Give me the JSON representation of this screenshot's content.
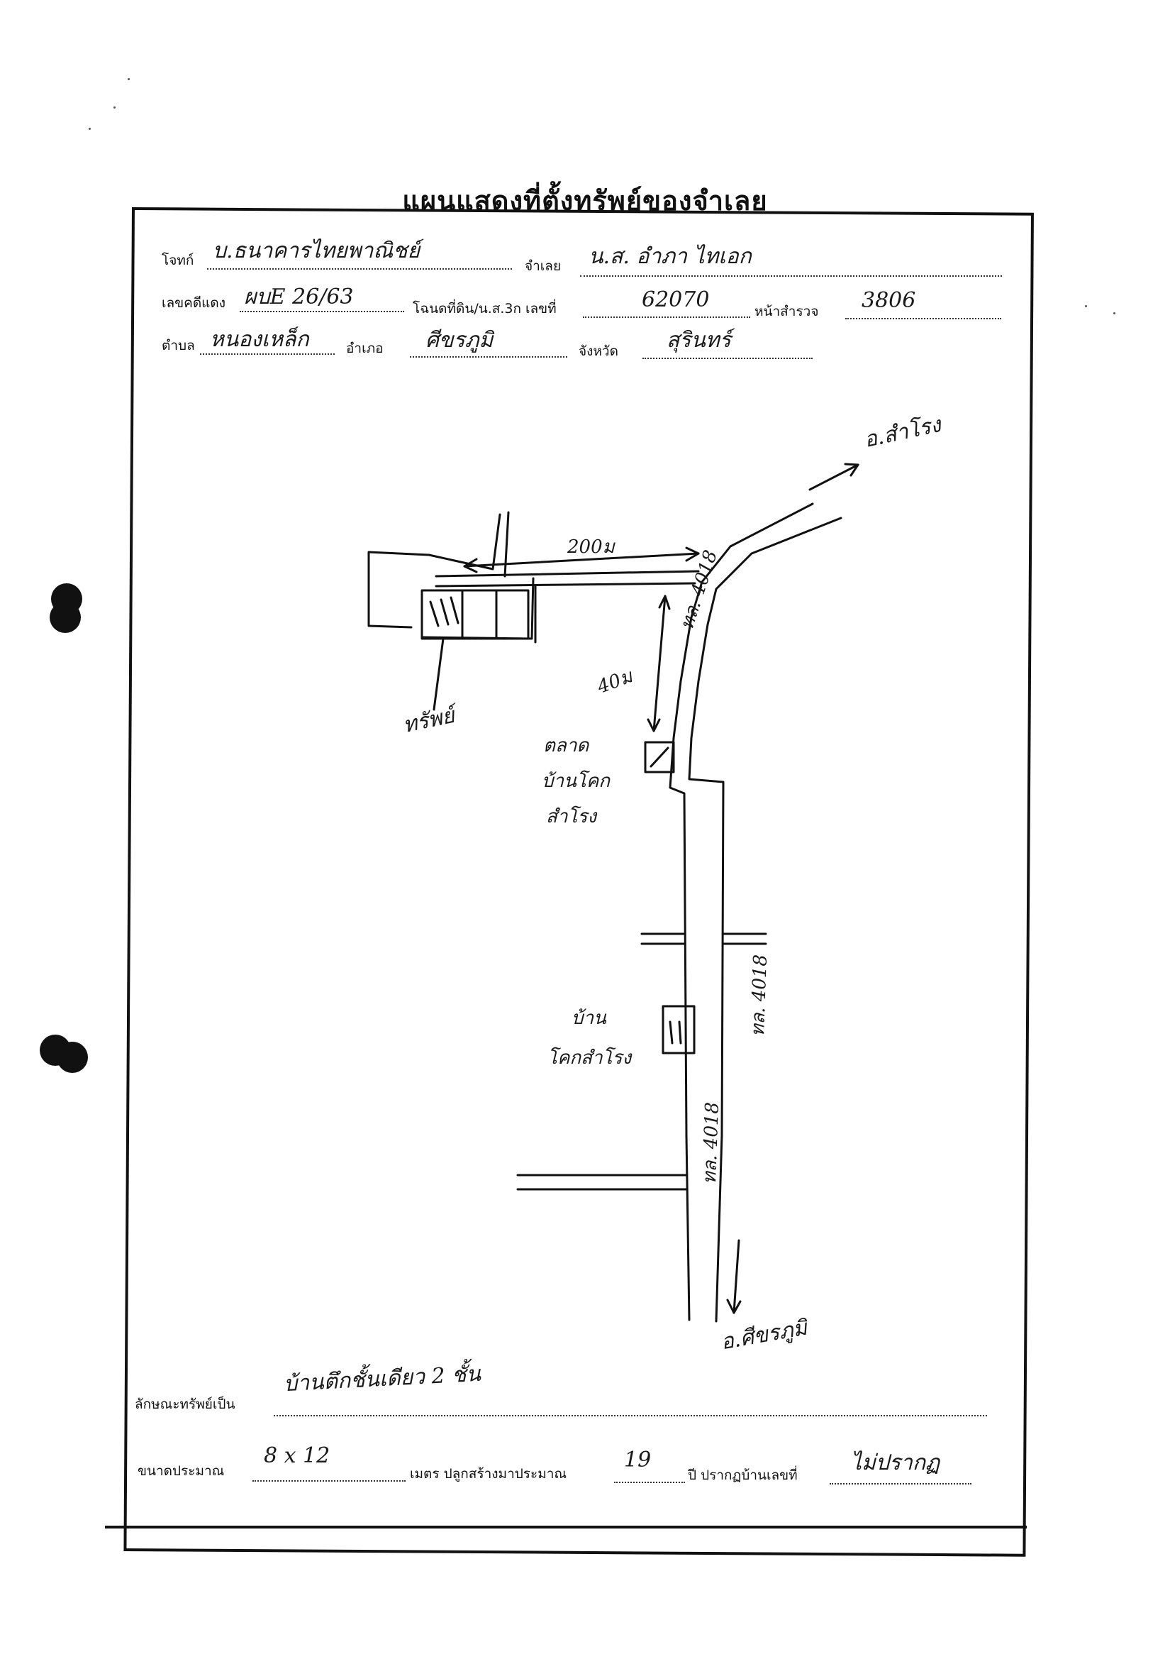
{
  "title": "แผนแสดงที่ตั้งทรัพย์ของจำเลย",
  "header": {
    "plaintiff_label": "โจทก์",
    "plaintiff_value": "บ.ธนาคารไทยพาณิชย์",
    "defendant_label": "จำเลย",
    "defendant_value": "น.ส. อำภา ไทเอก",
    "red_case_label": "เลขคดีแดง",
    "red_case_value": "ผบE 26/63",
    "deed_label": "โฉนดที่ดิน/น.ส.3ก เลขที่",
    "deed_value": "62070",
    "survey_label": "หน้าสำรวจ",
    "survey_value": "3806",
    "subdistrict_label": "ตำบล",
    "subdistrict_value": "หนองเหล็ก",
    "district_label": "อำเภอ",
    "district_value": "ศีขรภูมิ",
    "province_label": "จังหวัด",
    "province_value": "สุรินทร์"
  },
  "map": {
    "to_top": "อ.สำโรง",
    "to_bottom": "อ.ศีขรภูมิ",
    "dist_200": "200ม",
    "dist_40": "40ม",
    "property_label": "ทรัพย์",
    "school_label_1": "ตลาด",
    "school_label_2": "บ้านโคก",
    "school_label_3": "สำโรง",
    "house_label_1": "บ้าน",
    "house_label_2": "โคกสำโรง",
    "road_upper": "ทล. 4018",
    "road_mid": "ทล. 4018",
    "road_lower": "ทล. 4018"
  },
  "footer": {
    "property_type_label": "ลักษณะทรัพย์เป็น",
    "property_type_value": "บ้านตึกชั้นเดียว 2 ชั้น",
    "size_label": "ขนาดประมาณ",
    "size_value": "8 x 12",
    "built_label": "เมตร ปลูกสร้างมาประมาณ",
    "built_value": "19",
    "house_no_label": "ปี ปรากฏบ้านเลขที่",
    "house_no_value": "ไม่ปรากฏ"
  },
  "colors": {
    "ink": "#111111",
    "paper": "#ffffff"
  }
}
